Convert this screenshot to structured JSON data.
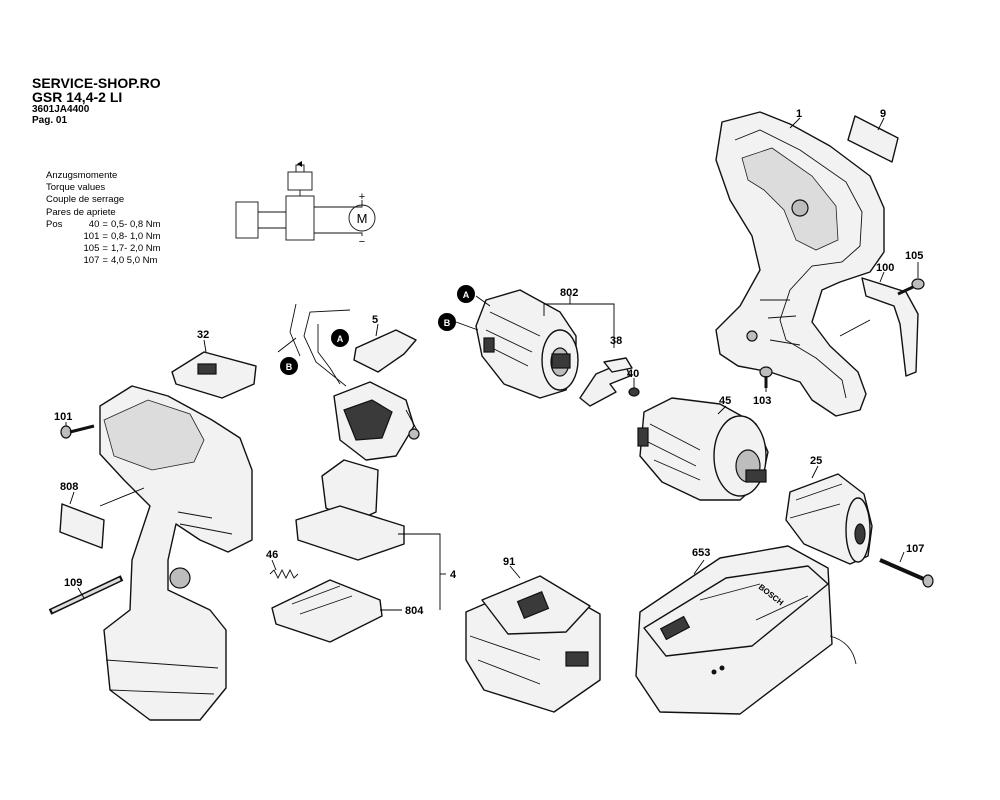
{
  "header": {
    "shop": "SERVICE-SHOP.RO",
    "model": "GSR 14,4-2 LI",
    "part_number": "3601JA4400",
    "page": "Pag. 01"
  },
  "torque": {
    "titles": [
      "Anzugsmomente",
      "Torque values",
      "Couple de serrage",
      "Pares de apriete"
    ],
    "pos_label": "Pos",
    "rows": [
      {
        "pos": "40",
        "eq": "=",
        "range": "0,5- 0,8 Nm"
      },
      {
        "pos": "101",
        "eq": "=",
        "range": "0,8- 1,0 Nm"
      },
      {
        "pos": "105",
        "eq": "=",
        "range": "1,7- 2,0 Nm"
      },
      {
        "pos": "107",
        "eq": "=",
        "range": "4,0 5,0 Nm"
      }
    ]
  },
  "schematic": {
    "motor": "M",
    "plus": "+",
    "minus": "−"
  },
  "callouts": {
    "a": "A",
    "b": "B"
  },
  "parts": {
    "p1": "1",
    "p9": "9",
    "p105": "105",
    "p100": "100",
    "p103": "103",
    "p802": "802",
    "p38": "38",
    "p40": "40",
    "p45": "45",
    "p25": "25",
    "p107": "107",
    "p653": "653",
    "p91": "91",
    "p4": "4",
    "p804": "804",
    "p46": "46",
    "p5": "5",
    "p32": "32",
    "p101": "101",
    "p808": "808",
    "p109": "109"
  },
  "charger_brand": "BOSCH",
  "colors": {
    "ink": "#000000",
    "part_fill": "#f2f2f2",
    "dark": "#3a3a3a"
  }
}
